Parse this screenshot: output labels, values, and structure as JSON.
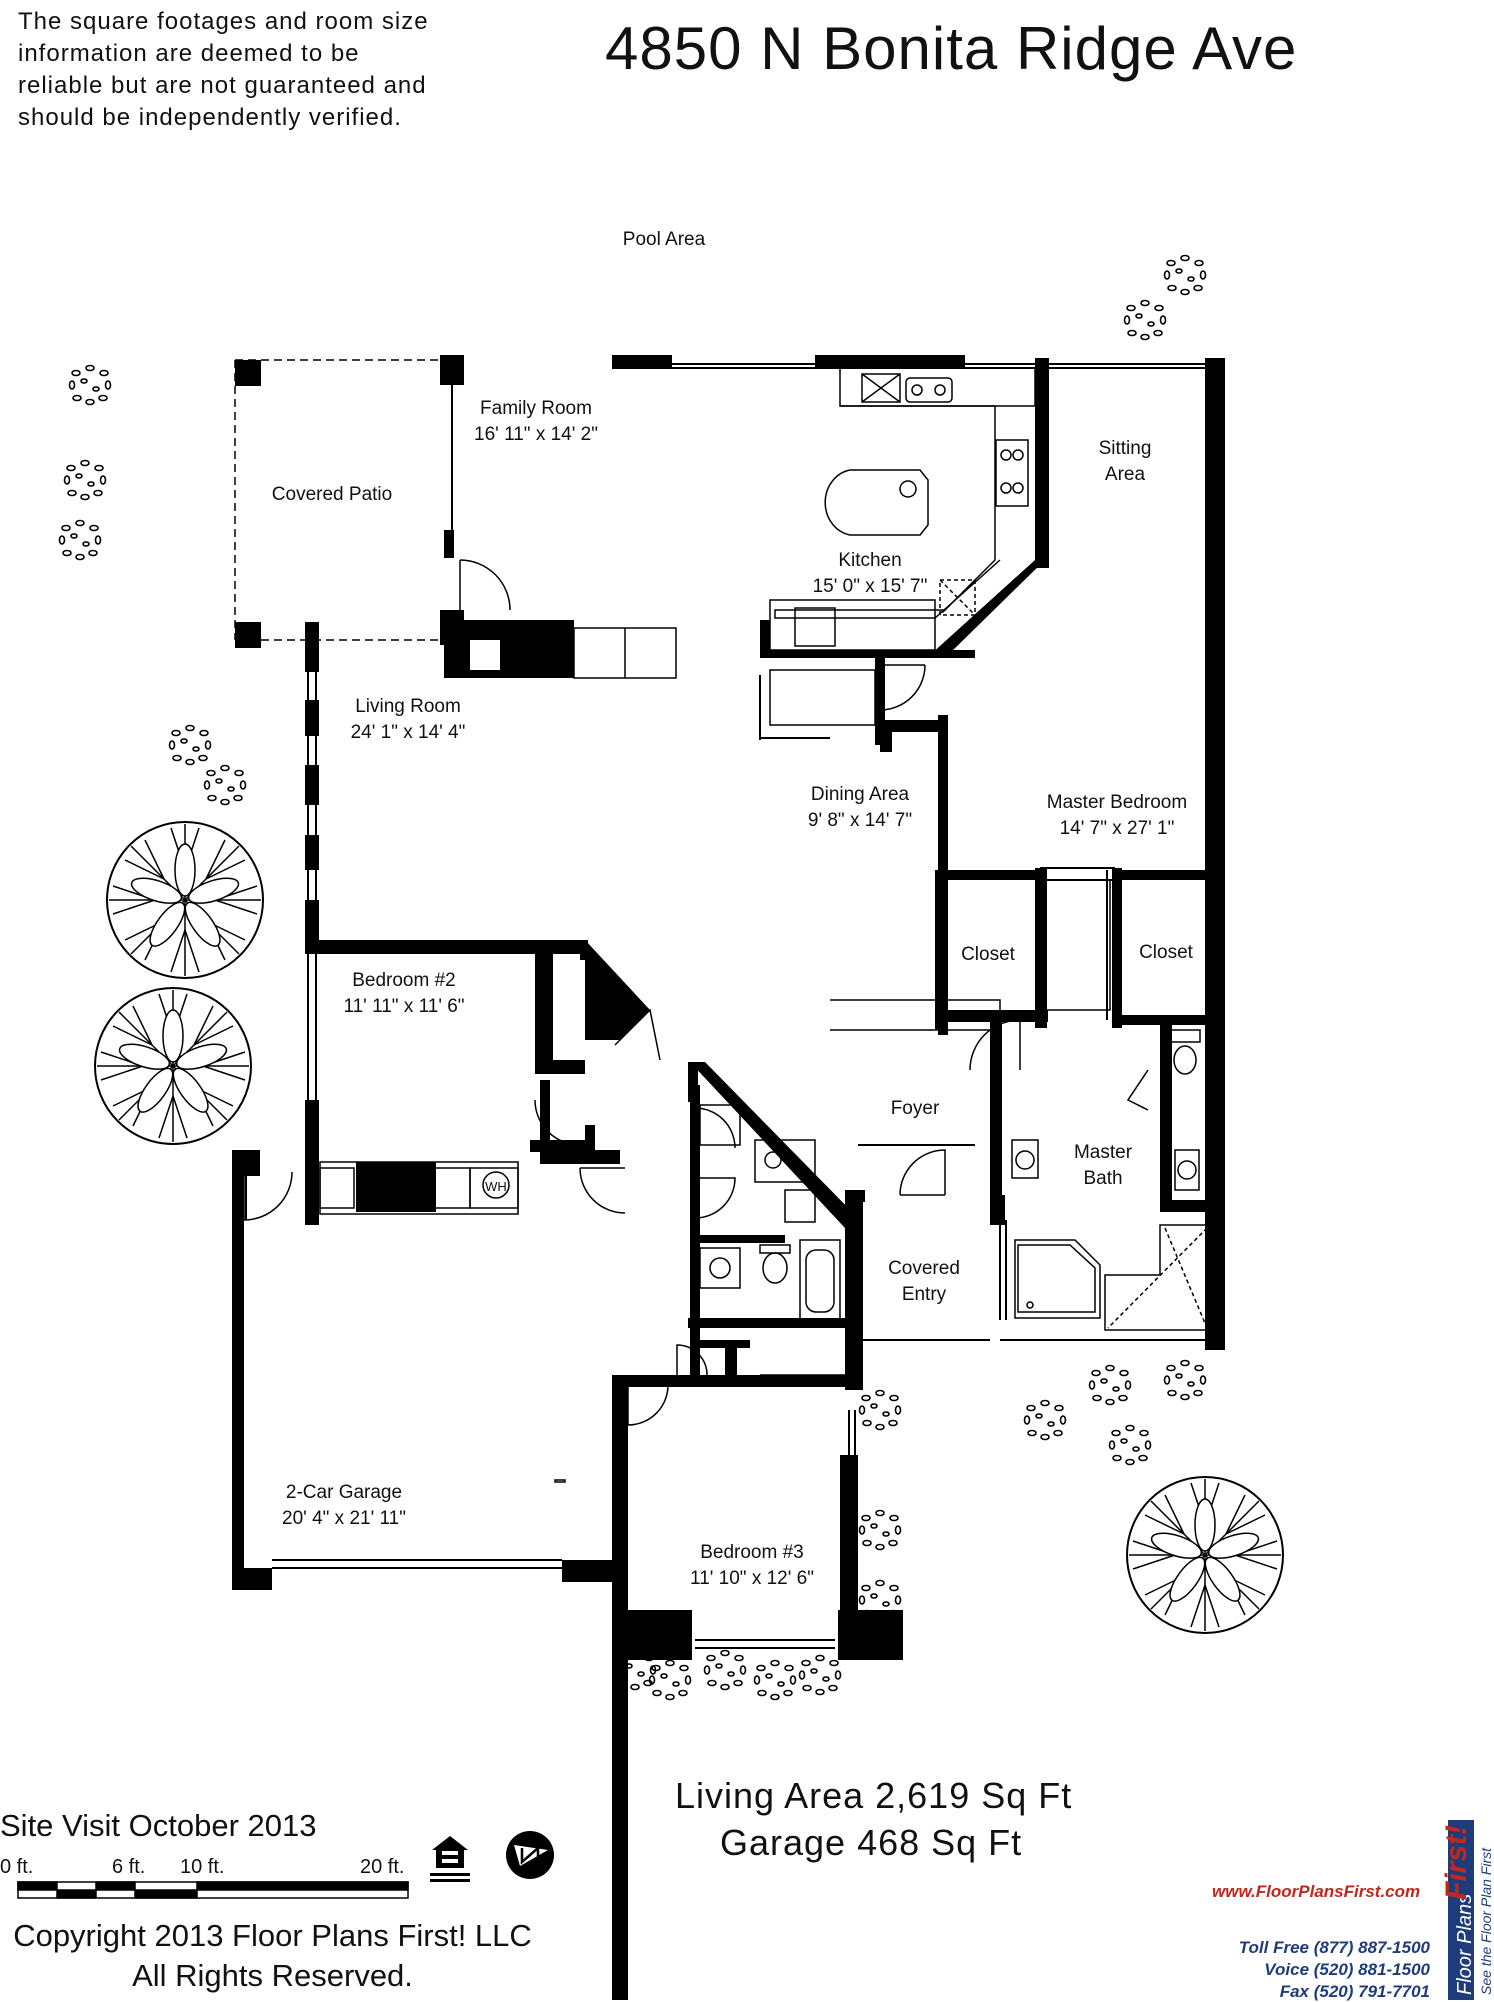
{
  "header": {
    "disclaimer": [
      "The square footages and room size",
      "information are deemed to be",
      "reliable but are not guaranteed and",
      "should be independently verified."
    ],
    "address": "4850 N Bonita Ridge Ave"
  },
  "outside": {
    "pool_area": "Pool Area"
  },
  "rooms": {
    "covered_patio": {
      "name": "Covered Patio"
    },
    "family_room": {
      "name": "Family Room",
      "size": "16' 11\" x 14' 2\""
    },
    "kitchen": {
      "name": "Kitchen",
      "size": "15' 0\" x 15' 7\""
    },
    "sitting_area": {
      "name1": "Sitting",
      "name2": "Area"
    },
    "living_room": {
      "name": "Living Room",
      "size": "24' 1\" x 14' 4\""
    },
    "dining_area": {
      "name": "Dining Area",
      "size": "9' 8\" x 14' 7\""
    },
    "master_bedroom": {
      "name": "Master Bedroom",
      "size": "14' 7\" x 27' 1\""
    },
    "closet_left": {
      "name": "Closet"
    },
    "closet_right": {
      "name": "Closet"
    },
    "bedroom_2": {
      "name": "Bedroom #2",
      "size": "11' 11\" x 11' 6\""
    },
    "foyer": {
      "name": "Foyer"
    },
    "master_bath": {
      "name1": "Master",
      "name2": "Bath"
    },
    "covered_entry": {
      "name1": "Covered",
      "name2": "Entry"
    },
    "garage": {
      "name": "2-Car Garage",
      "size": "20' 4\" x 21' 11\""
    },
    "bedroom_3": {
      "name": "Bedroom #3",
      "size": "11' 10\" x 12' 6\""
    },
    "water_heater": {
      "label": "WH"
    }
  },
  "totals": {
    "living_area": "Living Area 2,619 Sq Ft",
    "garage": "Garage 468 Sq Ft"
  },
  "footer": {
    "site_visit": "Site Visit October 2013",
    "scale_labels": [
      "0 ft.",
      "6 ft.",
      "10 ft.",
      "20 ft."
    ],
    "copyright": [
      "Copyright 2013 Floor Plans First! LLC",
      "All Rights Reserved."
    ],
    "brand": {
      "url": "www.FloorPlansFirst.com",
      "name": "Floor Plans",
      "first": "First!",
      "tagline": "See the Floor Plan First",
      "toll_free": "Toll Free (877) 887-1500",
      "voice": "Voice (520) 881-1500",
      "fax": "Fax (520) 791-7701"
    },
    "icons": [
      "equal-housing-icon",
      "north-arrow-icon"
    ]
  }
}
